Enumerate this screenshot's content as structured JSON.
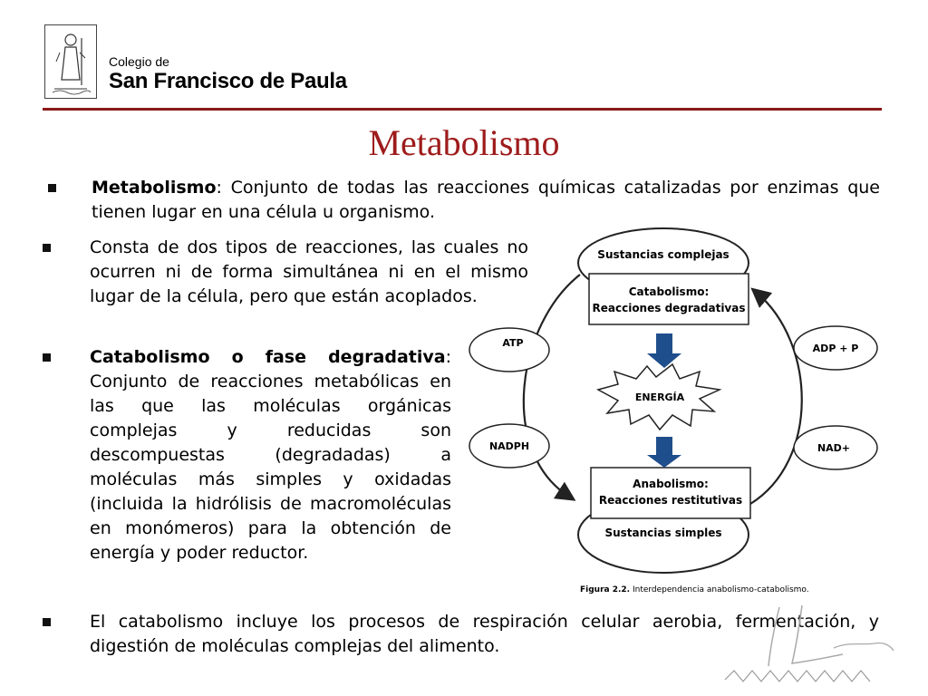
{
  "header": {
    "logo_line1": "Colegio de",
    "logo_line2": "San Francisco de Paula"
  },
  "slide": {
    "title": "Metabolismo",
    "bullets": [
      {
        "bold": "Metabolismo",
        "text": ": Conjunto de todas las reacciones químicas catalizadas por enzimas que tienen lugar en una célula u organismo."
      },
      {
        "bold": "",
        "text": "Consta de dos tipos de reacciones, las cuales no ocurren ni de forma simultánea ni en el mismo lugar de la célula, pero que están acoplados."
      },
      {
        "bold": "Catabolismo o fase degradativa",
        "text": ": Conjunto de reacciones metabólicas en las que las moléculas orgánicas complejas y reducidas son descompuestas (degradadas) a moléculas más simples y oxidadas (incluida la hidrólisis de macromoléculas en monómeros) para la obtención de energía y poder reductor."
      },
      {
        "bold": "",
        "text": "El catabolismo incluye los procesos de respiración celular aerobia, fermentación, y digestión de moléculas complejas del alimento."
      }
    ]
  },
  "diagram": {
    "top_ellipse": "Sustancias complejas",
    "catabolism_line1": "Catabolismo:",
    "catabolism_line2": "Reacciones degradativas",
    "energy": "ENERGÍA",
    "anabolism_line1": "Anabolismo:",
    "anabolism_line2": "Reacciones restitutivas",
    "bottom_ellipse": "Sustancias simples",
    "atp": "ATP",
    "nadph": "NADPH",
    "adp": "ADP + P",
    "nad": "NAD+",
    "caption_bold": "Figura 2.2.",
    "caption_text": " Interdependencia anabolismo-catabolismo.",
    "arrow_color": "#1f4e8c"
  }
}
